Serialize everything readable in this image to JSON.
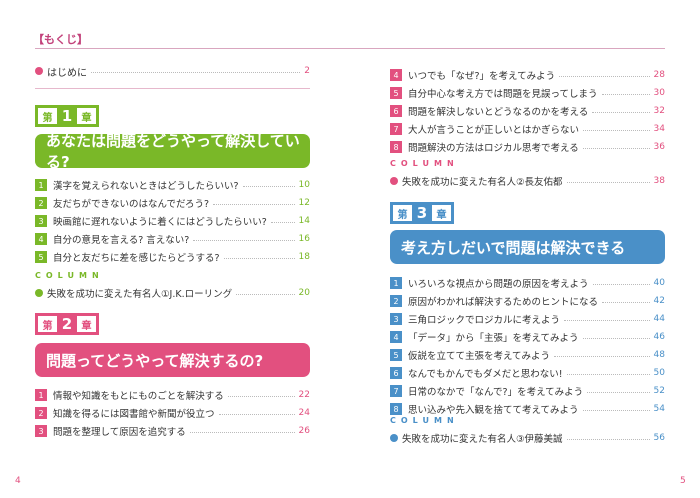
{
  "header": {
    "title": "【もくじ】"
  },
  "intro": {
    "label": "はじめに",
    "page": "2"
  },
  "colors": {
    "green": "#7ab828",
    "pink": "#e2507f",
    "blue": "#4a90c8"
  },
  "chapters": [
    {
      "prefix": "第",
      "number": "1",
      "suffix": "章",
      "title": "あなたは問題をどうやって解決している?",
      "color": "#7ab828",
      "items": [
        {
          "n": "1",
          "t": "漢字を覚えられないときはどうしたらいい?",
          "p": "10"
        },
        {
          "n": "2",
          "t": "友だちができないのはなんでだろう?",
          "p": "12"
        },
        {
          "n": "3",
          "t": "映画館に遅れないように着くにはどうしたらいい?",
          "p": "14"
        },
        {
          "n": "4",
          "t": "自分の意見を言える? 言えない?",
          "p": "16"
        },
        {
          "n": "5",
          "t": "自分と友だちに差を感じたらどうする?",
          "p": "18"
        }
      ],
      "column": {
        "label": "COLUMN",
        "t": "失敗を成功に変えた有名人①J.K.ローリング",
        "p": "20"
      }
    },
    {
      "prefix": "第",
      "number": "2",
      "suffix": "章",
      "title": "問題ってどうやって解決するの?",
      "color": "#e2507f",
      "items": [
        {
          "n": "1",
          "t": "情報や知識をもとにものごとを解決する",
          "p": "22"
        },
        {
          "n": "2",
          "t": "知識を得るには図書館や新聞が役立つ",
          "p": "24"
        },
        {
          "n": "3",
          "t": "問題を整理して原因を追究する",
          "p": "26"
        },
        {
          "n": "4",
          "t": "いつでも「なぜ?」を考えてみよう",
          "p": "28"
        },
        {
          "n": "5",
          "t": "自分中心な考え方では問題を見誤ってしまう",
          "p": "30"
        },
        {
          "n": "6",
          "t": "問題を解決しないとどうなるのかを考える",
          "p": "32"
        },
        {
          "n": "7",
          "t": "大人が言うことが正しいとはかぎらない",
          "p": "34"
        },
        {
          "n": "8",
          "t": "問題解決の方法はロジカル思考で考える",
          "p": "36"
        }
      ],
      "column": {
        "label": "COLUMN",
        "t": "失敗を成功に変えた有名人②長友佑都",
        "p": "38"
      }
    },
    {
      "prefix": "第",
      "number": "3",
      "suffix": "章",
      "title": "考え方しだいで問題は解決できる",
      "color": "#4a90c8",
      "items": [
        {
          "n": "1",
          "t": "いろいろな視点から問題の原因を考えよう",
          "p": "40"
        },
        {
          "n": "2",
          "t": "原因がわかれば解決するためのヒントになる",
          "p": "42"
        },
        {
          "n": "3",
          "t": "三角ロジックでロジカルに考えよう",
          "p": "44"
        },
        {
          "n": "4",
          "t": "「データ」から「主張」を考えてみよう",
          "p": "46"
        },
        {
          "n": "5",
          "t": "仮説を立てて主張を考えてみよう",
          "p": "48"
        },
        {
          "n": "6",
          "t": "なんでもかんでもダメだと思わない!",
          "p": "50"
        },
        {
          "n": "7",
          "t": "日常のなかで「なんで?」を考えてみよう",
          "p": "52"
        },
        {
          "n": "8",
          "t": "思い込みや先入観を捨てて考えてみよう",
          "p": "54"
        }
      ],
      "column": {
        "label": "COLUMN",
        "t": "失敗を成功に変えた有名人③伊藤美誠",
        "p": "56"
      }
    }
  ],
  "page_numbers": {
    "left": "4",
    "right": "5"
  }
}
